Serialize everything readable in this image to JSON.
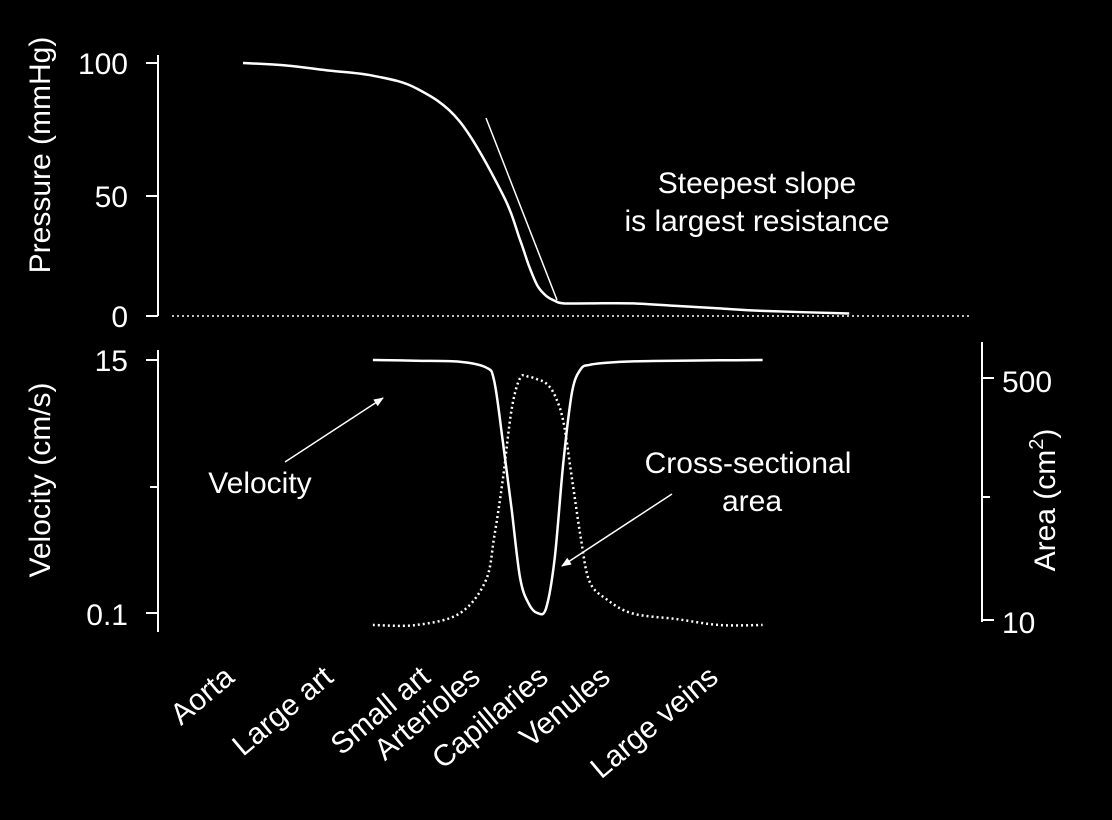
{
  "chart_data": [
    {
      "type": "line",
      "ylabel": "Pressure (mmHg)",
      "ylim": [
        0,
        100
      ],
      "yticks": [
        "100",
        "50",
        "0"
      ],
      "x": [
        0,
        5,
        10,
        15,
        20,
        25,
        30,
        32,
        33,
        34,
        35,
        36,
        37,
        40,
        45,
        50,
        55,
        60,
        70
      ],
      "series": [
        {
          "values": [
            100,
            99,
            97,
            95,
            90,
            77,
            48,
            30,
            20,
            12,
            8,
            6,
            5,
            5,
            5,
            4,
            3,
            2,
            1
          ]
        }
      ],
      "annotations": [
        "Steepest slope",
        "is largest resistance"
      ]
    },
    {
      "type": "line",
      "ylabel": "Velocity (cm/s)",
      "y2label": "Area (cm",
      "y2label_superscript": "2",
      "y2label_close": ")",
      "yticks": [
        "15",
        "0.1"
      ],
      "y2ticks": [
        "500",
        "10"
      ],
      "x": [
        15,
        20,
        25,
        28,
        29,
        30,
        31,
        32,
        33,
        34,
        35,
        36,
        37,
        38,
        39,
        40,
        42,
        45,
        50,
        55,
        60
      ],
      "series": [
        {
          "name": "Velocity",
          "values": [
            15,
            14.8,
            14.5,
            13,
            10,
            3,
            0.8,
            0.2,
            0.12,
            0.1,
            0.11,
            0.3,
            2,
            8,
            12.5,
            13.6,
            14.2,
            14.6,
            14.8,
            14.9,
            15
          ]
        },
        {
          "name": "Cross-sectional area",
          "y_axis": "right",
          "values": [
            10,
            10,
            12,
            20,
            40,
            100,
            300,
            500,
            510,
            490,
            460,
            380,
            250,
            100,
            40,
            20,
            15,
            12,
            11,
            10,
            10
          ]
        }
      ],
      "annotations": [
        "Velocity",
        "Cross-sectional",
        "area"
      ]
    }
  ],
  "categories": [
    "Aorta",
    "Large art",
    "Small art",
    "Arterioles",
    "Capillaries",
    "Venules",
    "Large veins"
  ]
}
